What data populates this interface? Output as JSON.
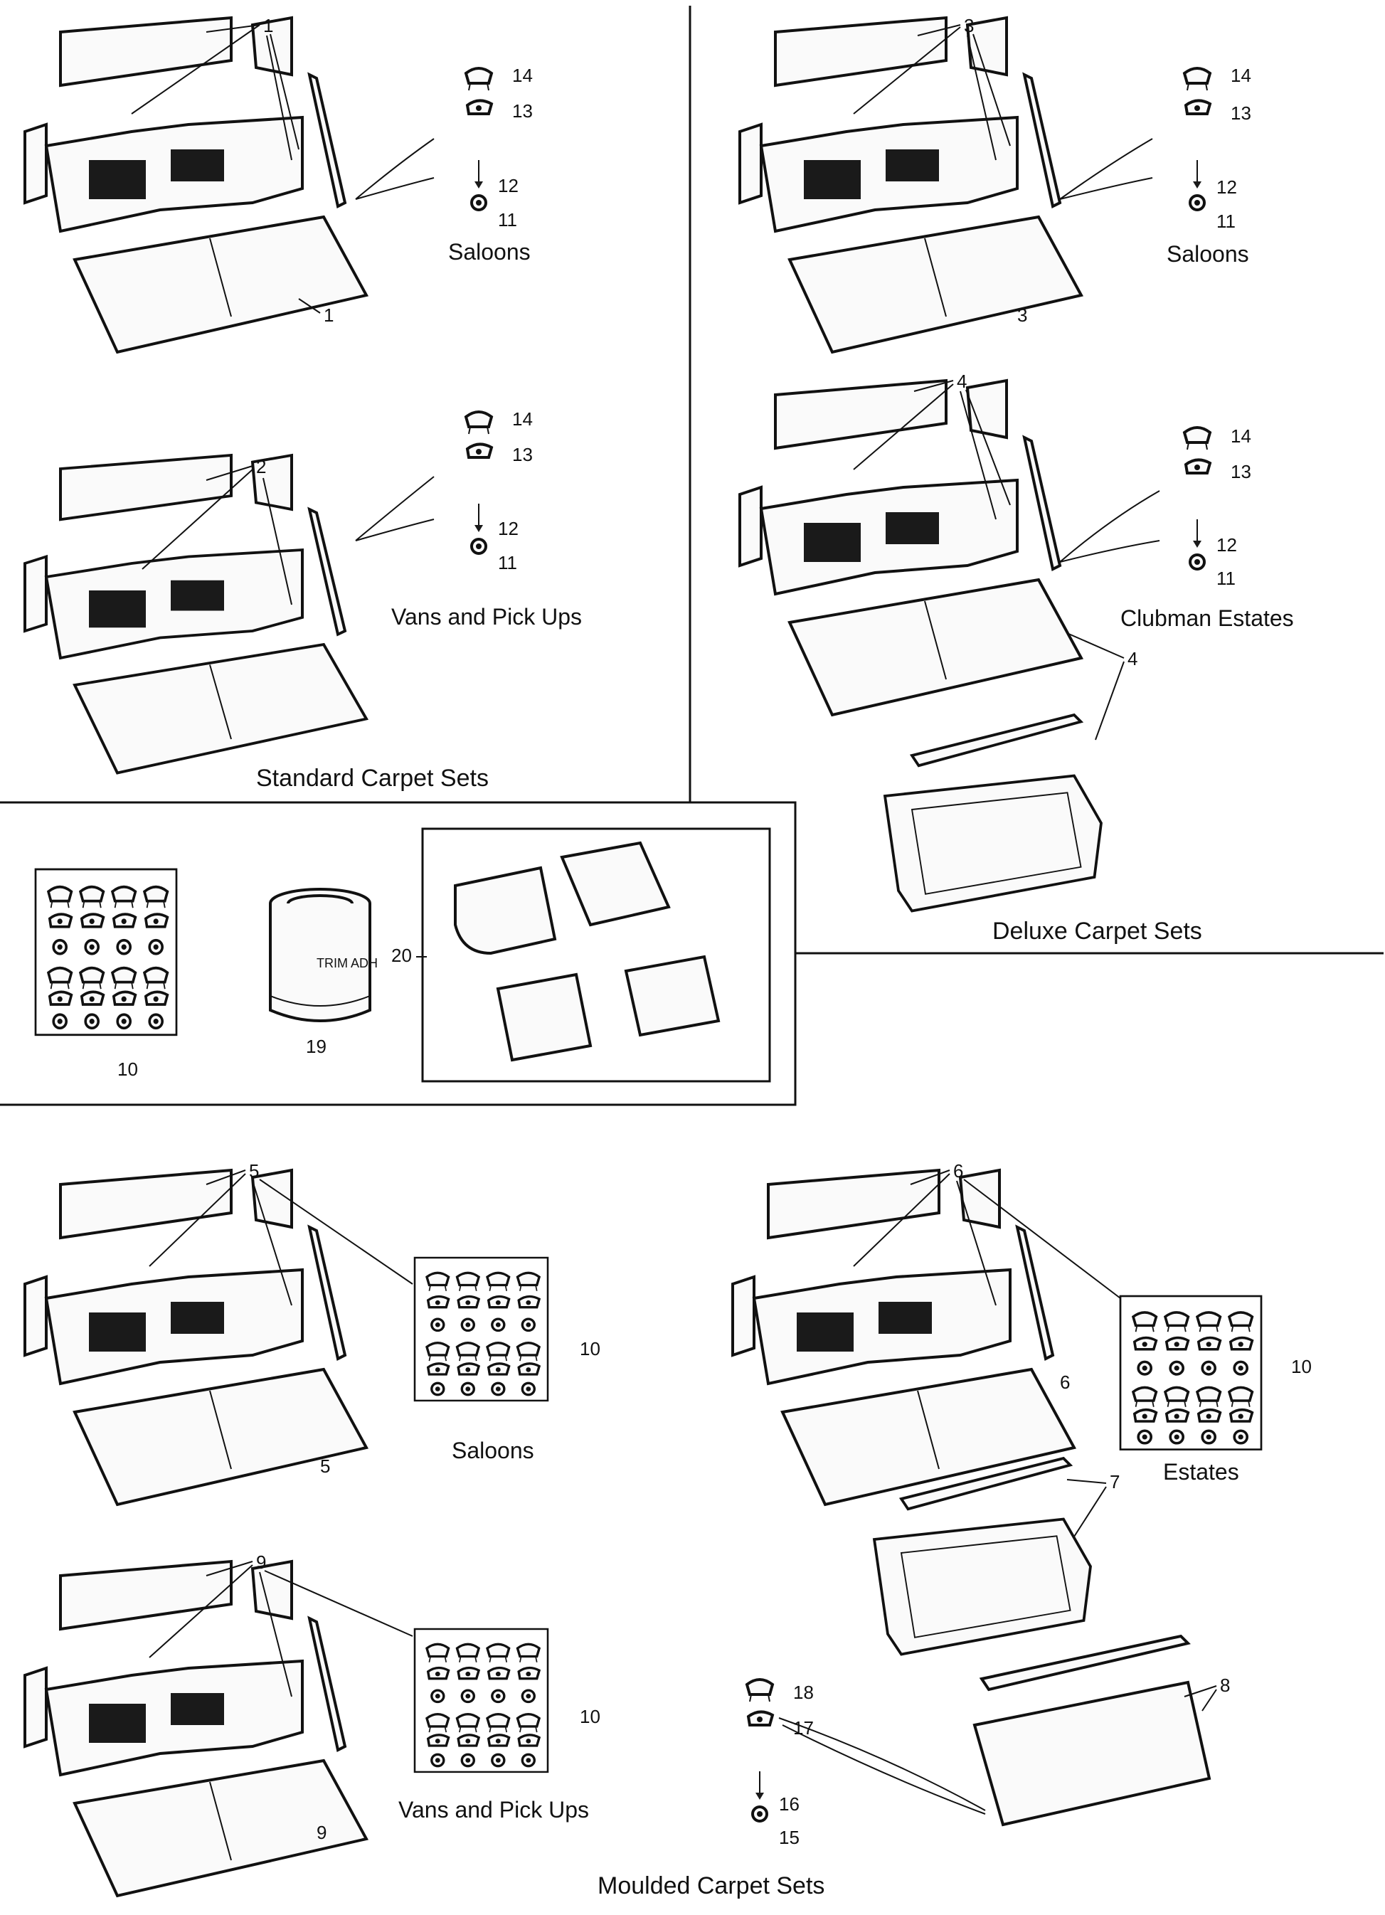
{
  "sections": {
    "standard": "Standard Carpet Sets",
    "deluxe": "Deluxe Carpet Sets",
    "moulded": "Moulded Carpet Sets"
  },
  "variants": {
    "std_saloons": "Saloons",
    "std_vans": "Vans and Pick Ups",
    "dlx_saloons": "Saloons",
    "dlx_clubman": "Clubman Estates",
    "mld_saloons": "Saloons",
    "mld_vans": "Vans and Pick Ups",
    "mld_estates": "Estates"
  },
  "callouts": {
    "c1a": "1",
    "c1b": "1",
    "c2": "2",
    "c3a": "3",
    "c3b": "3",
    "c4a": "4",
    "c4b": "4",
    "c5a": "5",
    "c5b": "5",
    "c6a": "6",
    "c6b": "6",
    "c7": "7",
    "c8": "8",
    "c9a": "9",
    "c9b": "9",
    "c10a": "10",
    "c10b": "10",
    "c10c": "10",
    "c10d": "10",
    "c11a": "11",
    "c11b": "11",
    "c11c": "11",
    "c11d": "11",
    "c12a": "12",
    "c12b": "12",
    "c12c": "12",
    "c12d": "12",
    "c13a": "13",
    "c13b": "13",
    "c13c": "13",
    "c13d": "13",
    "c14a": "14",
    "c14b": "14",
    "c14c": "14",
    "c14d": "14",
    "c15": "15",
    "c16": "16",
    "c17": "17",
    "c18": "18",
    "c19": "19",
    "c20": "20"
  },
  "tin_label": "TRIM ADH"
}
